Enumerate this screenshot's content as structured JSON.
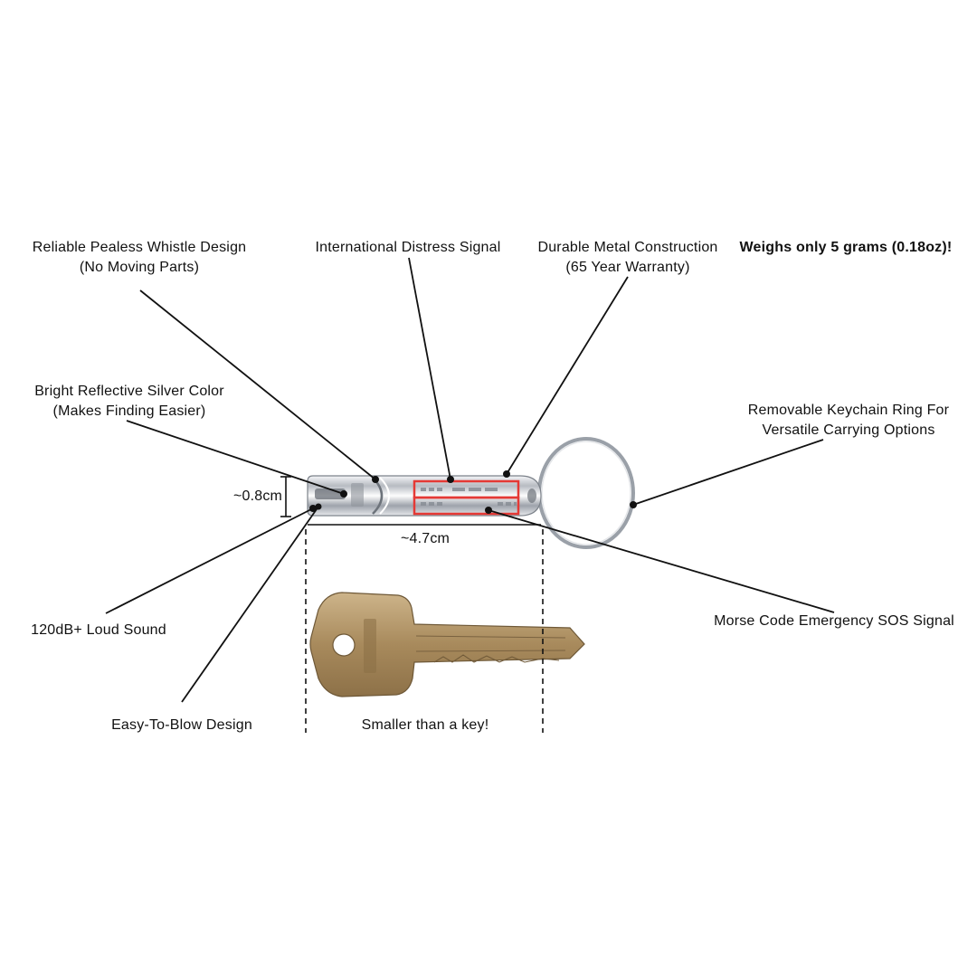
{
  "callouts": {
    "pealess": {
      "line1": "Reliable Pealess Whistle Design",
      "line2": "(No Moving Parts)"
    },
    "distress": {
      "line1": "International Distress Signal"
    },
    "metal": {
      "line1": "Durable Metal Construction",
      "line2": "(65 Year Warranty)"
    },
    "weight": {
      "line1": "Weighs only 5 grams (0.18oz)!"
    },
    "silver": {
      "line1": "Bright Reflective Silver Color",
      "line2": "(Makes Finding Easier)"
    },
    "keyring": {
      "line1": "Removable Keychain Ring For",
      "line2": "Versatile Carrying Options"
    },
    "loud": {
      "line1": "120dB+ Loud Sound"
    },
    "morse": {
      "line1": "Morse Code Emergency SOS Signal"
    },
    "easy": {
      "line1": "Easy-To-Blow Design"
    }
  },
  "dimensions": {
    "diameter": "~0.8cm",
    "length": "~4.7cm"
  },
  "comparison": {
    "caption": "Smaller than a key!"
  },
  "colors": {
    "highlight": "#e53935",
    "metal": "#c9ccd1",
    "key": "#b89a6a",
    "line": "#111111"
  }
}
